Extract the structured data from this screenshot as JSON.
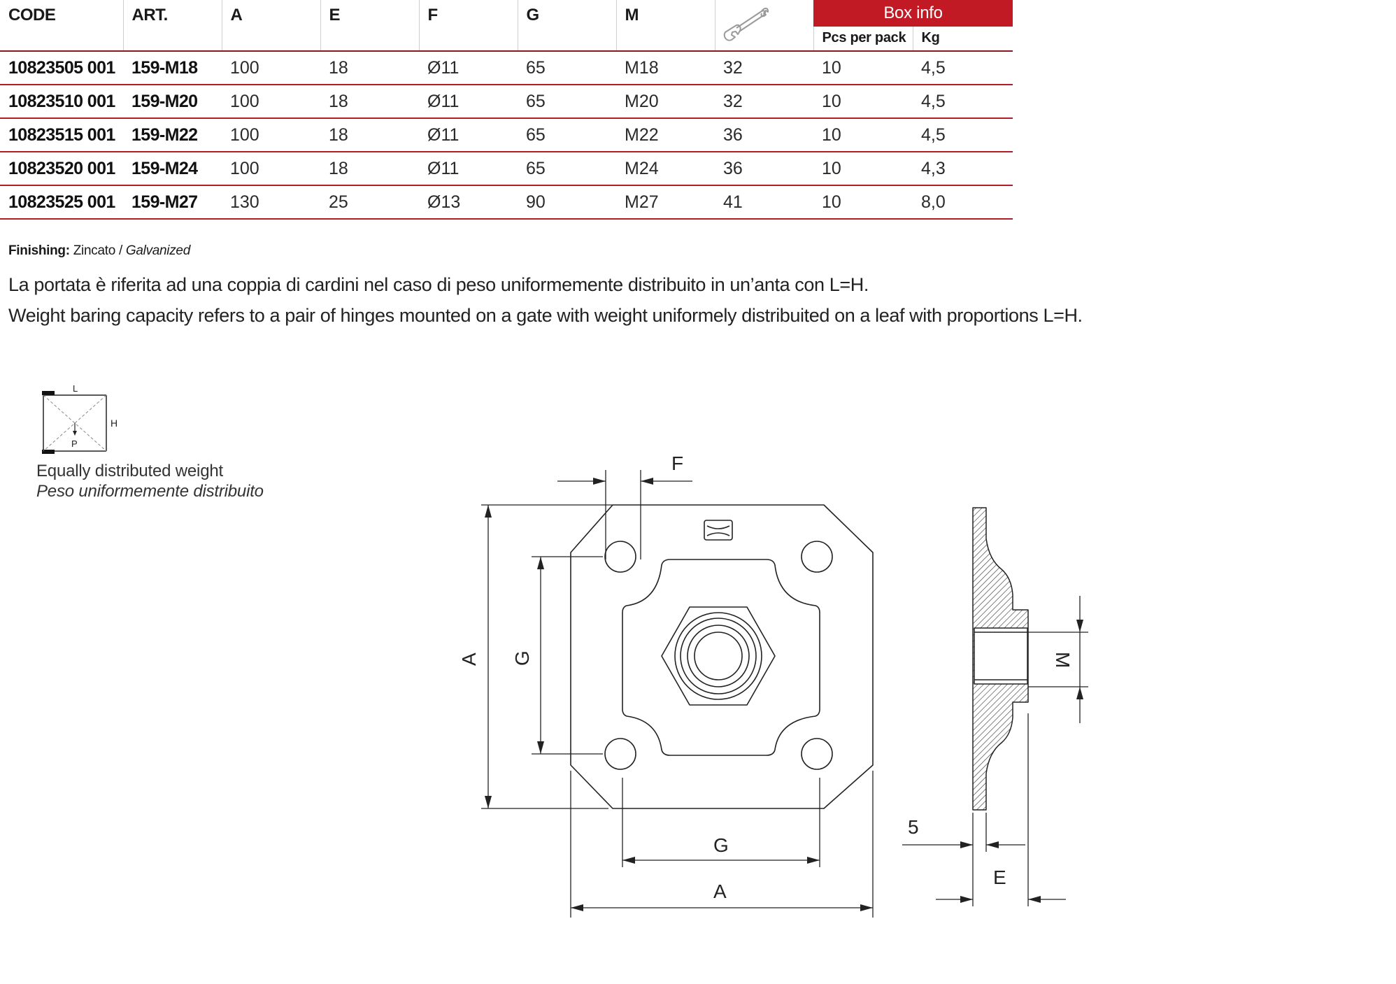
{
  "table": {
    "headers": [
      "CODE",
      "ART.",
      "A",
      "E",
      "F",
      "G",
      "M"
    ],
    "wrench_icon": "wrench-icon",
    "box_info": {
      "title": "Box info",
      "sub_headers": [
        "Pcs per pack",
        "Kg"
      ]
    },
    "accent_color": "#c21a24",
    "rows": [
      {
        "code": "10823505 001",
        "art": "159-M18",
        "a": "100",
        "e": "18",
        "f": "Ø11",
        "g": "65",
        "m": "M18",
        "wrench": "32",
        "pcs": "10",
        "kg": "4,5"
      },
      {
        "code": "10823510 001",
        "art": "159-M20",
        "a": "100",
        "e": "18",
        "f": "Ø11",
        "g": "65",
        "m": "M20",
        "wrench": "32",
        "pcs": "10",
        "kg": "4,5"
      },
      {
        "code": "10823515 001",
        "art": "159-M22",
        "a": "100",
        "e": "18",
        "f": "Ø11",
        "g": "65",
        "m": "M22",
        "wrench": "36",
        "pcs": "10",
        "kg": "4,5"
      },
      {
        "code": "10823520 001",
        "art": "159-M24",
        "a": "100",
        "e": "18",
        "f": "Ø11",
        "g": "65",
        "m": "M24",
        "wrench": "36",
        "pcs": "10",
        "kg": "4,3"
      },
      {
        "code": "10823525 001",
        "art": "159-M27",
        "a": "130",
        "e": "25",
        "f": "Ø13",
        "g": "90",
        "m": "M27",
        "wrench": "41",
        "pcs": "10",
        "kg": "8,0"
      }
    ]
  },
  "finishing": {
    "label": "Finishing:",
    "value_it": "Zincato",
    "separator": " / ",
    "value_en": "Galvanized"
  },
  "notes": {
    "it": "La portata è riferita ad una coppia di cardini nel caso di peso uniformemente distribuito in un’anta con L=H.",
    "en": "Weight baring capacity refers to a pair of hinges mounted on a gate with weight uniformely distribuited on a leaf with proportions L=H."
  },
  "legend": {
    "label_l": "L",
    "label_h": "H",
    "label_p": "P",
    "caption_en": "Equally distributed weight",
    "caption_it": "Peso uniformemente distribuito"
  },
  "drawing": {
    "dim_f": "F",
    "dim_a_left": "A",
    "dim_g_left": "G",
    "dim_g_bottom": "G",
    "dim_a_bottom": "A",
    "dim_m": "M",
    "dim_5": "5",
    "dim_e": "E"
  }
}
